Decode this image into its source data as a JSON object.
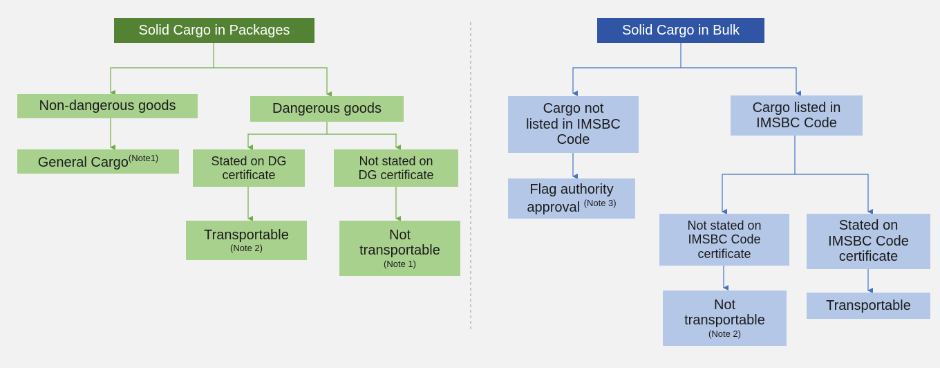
{
  "divider_color": "#aaaaaa",
  "colors": {
    "green_header": "#548235",
    "green_box": "#a9d18e",
    "green_line": "#70ad47",
    "blue_header": "#2f55a4",
    "blue_box": "#b4c7e7",
    "blue_line": "#4472c4"
  },
  "packages": {
    "title": "Solid Cargo in Packages",
    "non_dangerous": "Non-dangerous goods",
    "dangerous": "Dangerous goods",
    "general_cargo": "General Cargo",
    "general_cargo_note": "(Note1)",
    "stated_dg": [
      "Stated on DG",
      "certificate"
    ],
    "not_stated_dg": [
      "Not stated on",
      "DG certificate"
    ],
    "transportable": "Transportable",
    "transportable_note": "(Note 2)",
    "not_transportable": [
      "Not",
      "transportable"
    ],
    "not_transportable_note": "(Note 1)"
  },
  "bulk": {
    "title": "Solid Cargo in Bulk",
    "not_listed": [
      "Cargo not",
      "listed in IMSBC",
      "Code"
    ],
    "listed": [
      "Cargo listed in",
      "IMSBC Code"
    ],
    "flag_approval": [
      "Flag authority",
      "approval"
    ],
    "flag_approval_note": "(Note 3)",
    "not_stated_imsbc": [
      "Not stated on",
      "IMSBC Code",
      "certificate"
    ],
    "stated_imsbc": [
      "Stated on",
      "IMSBC Code",
      "certificate"
    ],
    "not_transportable": [
      "Not",
      "transportable"
    ],
    "not_transportable_note": "(Note 2)",
    "transportable": "Transportable"
  }
}
